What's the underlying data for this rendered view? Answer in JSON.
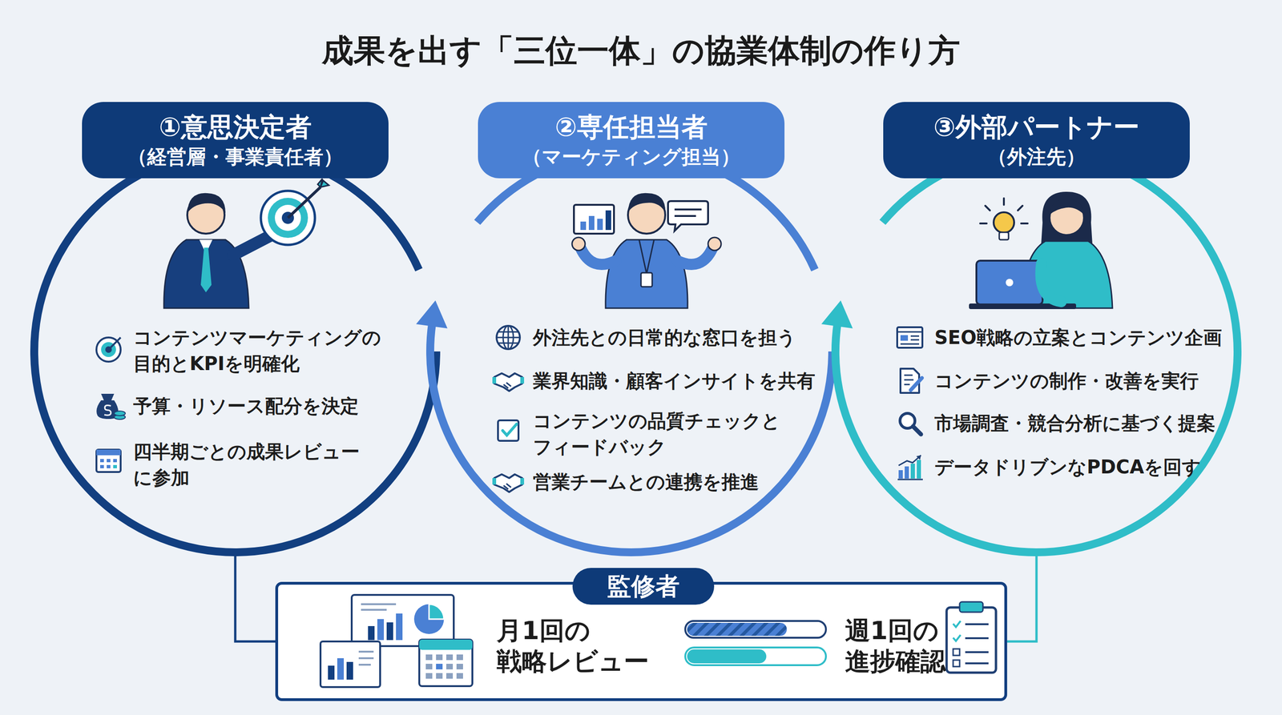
{
  "diagram": {
    "title": "成果を出す「三位一体」の協業体制の作り方",
    "nodes": [
      {
        "text": [
          "コンテンツマーケティングの 目的とKPIを明確化",
          "予算・リソース配分を決定",
          "四半期ごとの成果レビュー に参加"
        ]
      },
      {
        "text": [
          "①意思決定者",
          "（経営層・事業責任者）"
        ],
        "in": 0
      },
      {
        "text": [
          "外注先との日常的な窓口を担う",
          "業界知識・顧客インサイトを共有",
          "コンテンツの品質チェックと フィードバック",
          "営業チームとの連携を推進"
        ]
      },
      {
        "text": [
          "②専任担当者",
          "（マーケティング担当）"
        ],
        "in": 2
      },
      {
        "text": [
          "SEO戦略の立案とコンテンツ企画",
          "コンテンツの制作・改善を実行",
          "市場調査・競合分析に基づく提案",
          "データドリブンなPDCAを回す"
        ]
      },
      {
        "text": [
          "③外部パートナー",
          "（外注先）"
        ],
        "in": 4
      },
      {
        "text": [
          "月1回の 戦略レビュー",
          "週1回の 進捗確認"
        ]
      },
      {
        "text": [
          "監修者"
        ],
        "in": 6
      }
    ],
    "edges": [
      {
        "from": 0,
        "to": 6,
        "arrow": "none"
      },
      {
        "from": 4,
        "to": 6,
        "arrow": "none"
      }
    ]
  }
}
